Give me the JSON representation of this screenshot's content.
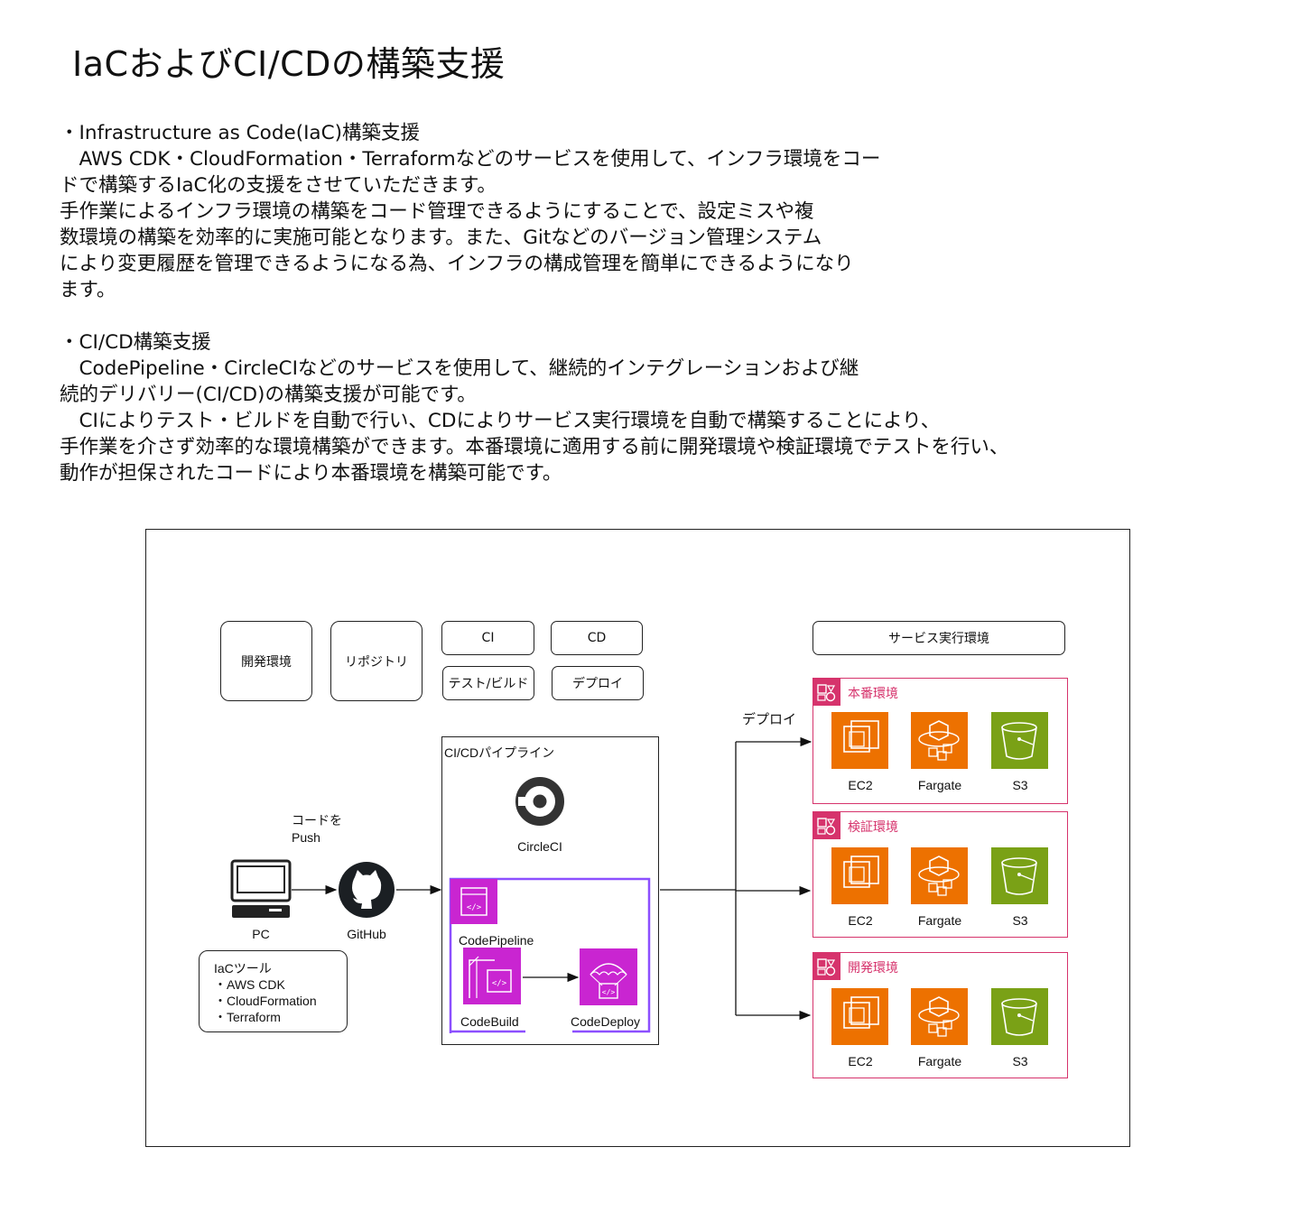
{
  "page": {
    "title": "IaCおよびCI/CDの構築支援",
    "paragraph1": "・Infrastructure as Code(IaC)構築支援\n　AWS CDK・CloudFormation・Terraformなどのサービスを使用して、インフラ環境をコー\nドで構築するIaC化の支援をさせていただきます。\n手作業によるインフラ環境の構築をコード管理できるようにすることで、設定ミスや複\n数環境の構築を効率的に実施可能となります。また、Gitなどのバージョン管理システム\nにより変更履歴を管理できるようになる為、インフラの構成管理を簡単にできるようになり\nます。",
    "paragraph2": "・CI/CD構築支援\n　CodePipeline・CircleCIなどのサービスを使用して、継続的インテグレーションおよび継\n続的デリバリー(CI/CD)の構築支援が可能です。\n　CIによりテスト・ビルドを自動で行い、CDによりサービス実行環境を自動で構築することにより、\n手作業を介さず効率的な環境構築ができます。本番環境に適用する前に開発環境や検証環境でテストを行い、\n動作が担保されたコードにより本番環境を構築可能です。"
  },
  "diagram": {
    "legend": {
      "dev_env": "開発環境",
      "repository": "リポジトリ",
      "ci": "CI",
      "cd": "CD",
      "test_build": "テスト/ビルド",
      "deploy": "デプロイ",
      "service_env": "サービス実行環境"
    },
    "push_label": "コードを\nPush",
    "pc_label": "PC",
    "github_label": "GitHub",
    "iac_tools": "IaCツール\n・AWS CDK\n・CloudFormation\n・Terraform",
    "pipeline": {
      "title": "CI/CDパイプライン",
      "circleci": "CircleCI",
      "codepipeline": "CodePipeline",
      "codebuild": "CodeBuild",
      "codedeploy": "CodeDeploy"
    },
    "deploy_label": "デプロイ",
    "environments": [
      {
        "name": "本番環境",
        "services": [
          "EC2",
          "Fargate",
          "S3"
        ]
      },
      {
        "name": "検証環境",
        "services": [
          "EC2",
          "Fargate",
          "S3"
        ]
      },
      {
        "name": "開発環境",
        "services": [
          "EC2",
          "Fargate",
          "S3"
        ]
      }
    ],
    "colors": {
      "env_border": "#d6336c",
      "compute_orange": "#ed7100",
      "s3_green": "#7aa116",
      "devtools_purple": "#c925d1",
      "pipeline_border": "#8c4fff"
    }
  }
}
